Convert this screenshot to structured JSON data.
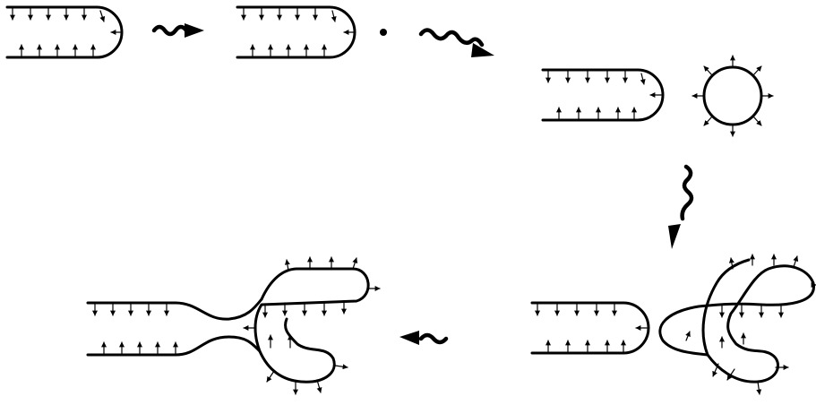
{
  "diagram": {
    "stages": [
      {
        "name": "membrane-edge"
      },
      {
        "name": "membrane-edge-with-fusion-peptide"
      },
      {
        "name": "membrane-edge-and-vesicle"
      },
      {
        "name": "vesicle-engulfing-edge"
      },
      {
        "name": "fusion-pore-intermediate"
      }
    ],
    "colors": {
      "stroke": "#000000",
      "background": "#ffffff"
    }
  }
}
